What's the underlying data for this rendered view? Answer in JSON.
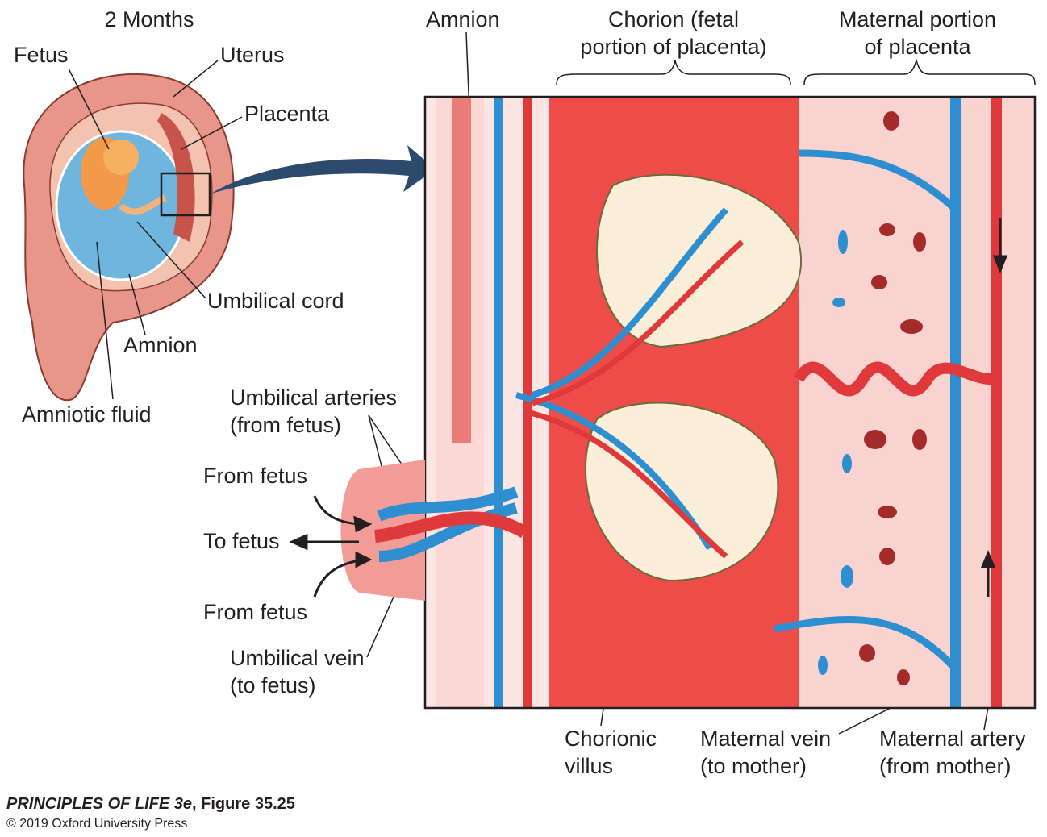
{
  "title": "2 Months",
  "labels": {
    "fetus": "Fetus",
    "uterus": "Uterus",
    "placenta": "Placenta",
    "umbilical_cord": "Umbilical cord",
    "amnion_left": "Amnion",
    "amniotic_fluid": "Amniotic fluid",
    "amnion_top": "Amnion",
    "chorion": [
      "Chorion (fetal",
      "portion of placenta)"
    ],
    "maternal_portion": [
      "Maternal portion",
      "of placenta"
    ],
    "umbilical_arteries": [
      "Umbilical arteries",
      "(from fetus)"
    ],
    "from_fetus_1": "From fetus",
    "to_fetus": "To fetus",
    "from_fetus_2": "From fetus",
    "umbilical_vein": [
      "Umbilical vein",
      "(to fetus)"
    ],
    "chorionic_villus": [
      "Chorionic",
      "villus"
    ],
    "maternal_vein": [
      "Maternal vein",
      "(to mother)"
    ],
    "maternal_artery": [
      "Maternal artery",
      "(from mother)"
    ]
  },
  "footer": {
    "book": "PRINCIPLES OF LIFE 3e",
    "figure": ", Figure 35.25",
    "copyright": "© 2019 Oxford University Press"
  },
  "colors": {
    "artery": "#e0393b",
    "vein": "#2e8fd0",
    "tissue": "#f4a7a3",
    "fluid": "#6fb6de"
  }
}
